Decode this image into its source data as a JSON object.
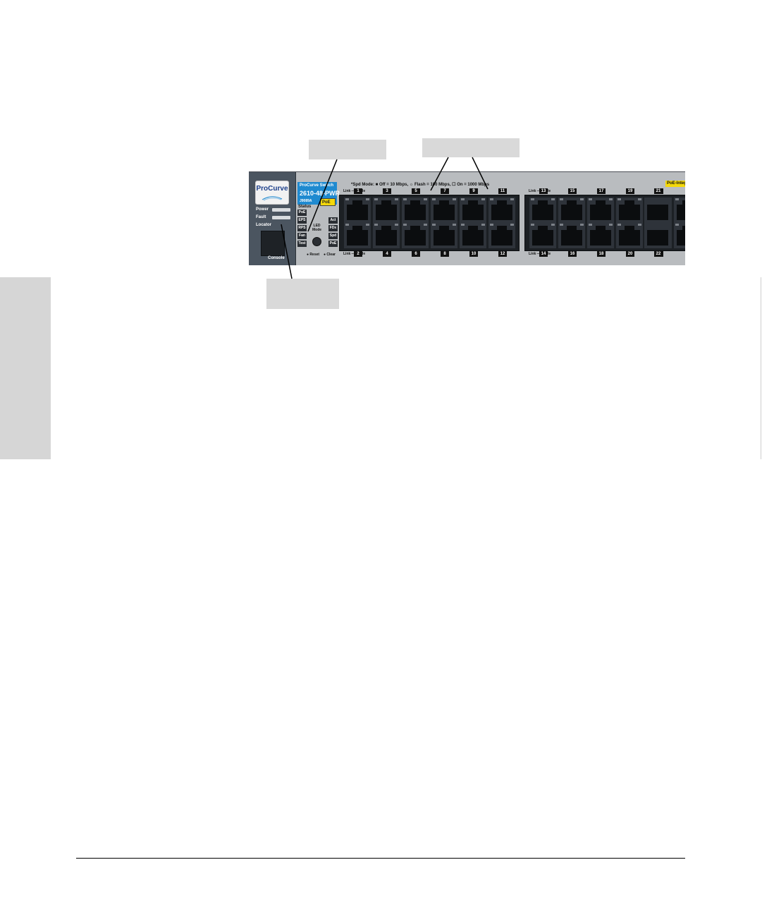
{
  "switch": {
    "brand": "ProCurve",
    "model_line": "ProCurve Switch",
    "model": "2610-48-PWR",
    "part_number": "J9089A",
    "poe_flag": "PoE",
    "poe_integrated": "PoE-Integ",
    "left_leds": [
      "Power",
      "Fault",
      "Locator"
    ],
    "console_label": "Console",
    "status_title": "Status",
    "status_left": [
      "PoE",
      "EPS",
      "RPS",
      "Fan",
      "Test"
    ],
    "status_right": [
      "Act",
      "FDx",
      "Spd",
      "PoE"
    ],
    "led_mode_line1": "LED",
    "led_mode_line2": "Mode",
    "reset_label": "Reset",
    "clear_label": "Clear",
    "speed_legend": "*Spd Mode: ■ Off = 10 Mbps, ☼ Flash = 100 Mbps, ☐ On = 1000 Mbps",
    "link_label": "Link",
    "mode_label": "Mode",
    "top_ports": [
      "1",
      "3",
      "5",
      "7",
      "9",
      "11",
      "13",
      "15",
      "17",
      "19",
      "21"
    ],
    "bottom_ports": [
      "2",
      "4",
      "6",
      "8",
      "10",
      "12",
      "14",
      "16",
      "18",
      "20",
      "22"
    ]
  }
}
